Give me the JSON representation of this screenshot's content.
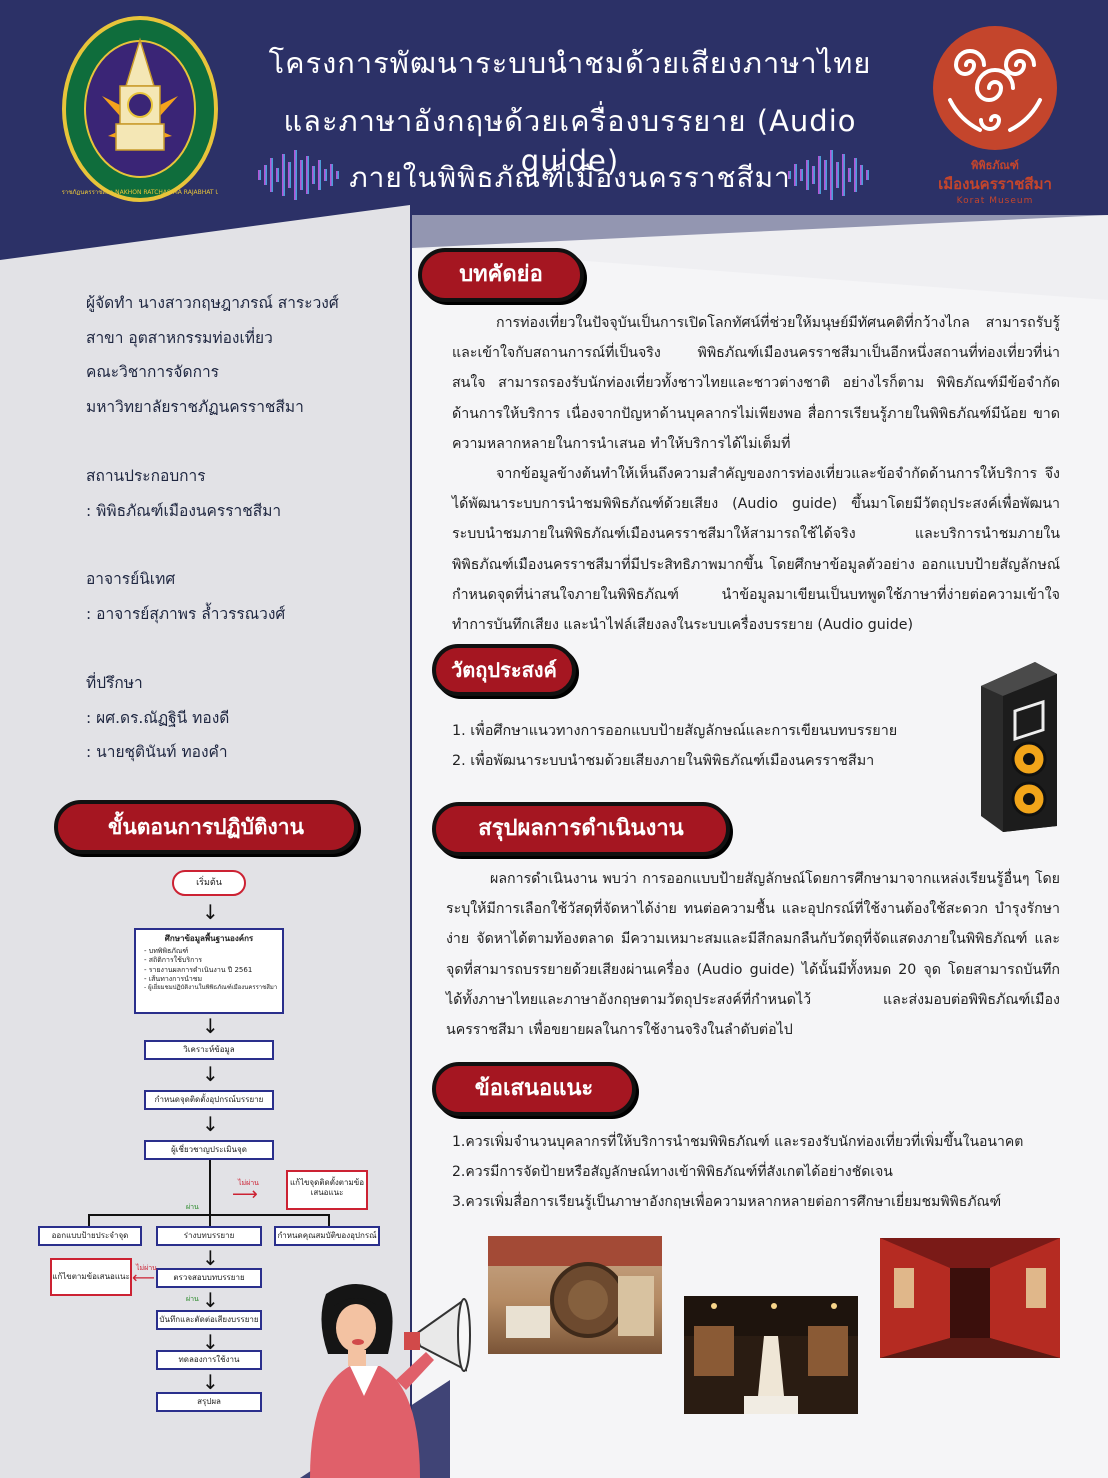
{
  "header": {
    "title_line1": "โครงการพัฒนาระบบนำชมด้วยเสียงภาษาไทย",
    "title_line2": "และภาษาอังกฤษด้วยเครื่องบรรยาย (Audio guide)",
    "title_line3": "ภายในพิพิธภัณฑ์เมืองนครราชสีมา",
    "left_logo_text": "มหาวิทยาลัยราชภัฏนครราชสีมา NAKHON RATCHASIMA RAJABHAT UNIVERSITY",
    "right_logo_line1": "พิพิธภัณฑ์",
    "right_logo_line2": "เมืองนครราชสีมา",
    "right_logo_line3": "Korat Museum"
  },
  "author": {
    "lines": [
      "ผู้จัดทำ  นางสาวกฤษฎาภรณ์   สาระวงศ์",
      "สาขา  อุตสาหกรรมท่องเที่ยว",
      "คณะวิชาการจัดการ",
      "มหาวิทยาลัยราชภัฏนครราชสีมา"
    ]
  },
  "workplace": {
    "label": "สถานประกอบการ",
    "value": ":  พิพิธภัณฑ์เมืองนครราชสีมา"
  },
  "supervisor": {
    "label": "อาจารย์นิเทศ",
    "value": ":  อาจารย์สุภาพร   ล้ำวรรณวงศ์"
  },
  "advisors": {
    "label": "ที่ปรึกษา",
    "values": [
      ":  ผศ.ดร.ณัฏฐินี    ทองดี",
      ":  นายชุตินันท์    ทองคำ"
    ]
  },
  "sections": {
    "abstract": {
      "heading": "บทคัดย่อ",
      "paragraphs": [
        "การท่องเที่ยวในปัจจุบันเป็นการเปิดโลกทัศน์ที่ช่วยให้มนุษย์มีทัศนคติที่กว้างไกล สามารถรับรู้และเข้าใจกับสถานการณ์ที่เป็นจริง พิพิธภัณฑ์เมืองนครราชสีมาเป็นอีกหนึ่งสถานที่ท่องเที่ยวที่น่าสนใจ  สามารถรองรับนักท่องเที่ยวทั้งชาวไทยและชาวต่างชาติ อย่างไรก็ตาม  พิพิธภัณฑ์มีข้อจำกัดด้านการให้บริการ เนื่องจากปัญหาด้านบุคลากรไม่เพียงพอ สื่อการเรียนรู้ภายในพิพิธภัณฑ์มีน้อย ขาดความหลากหลายในการนำเสนอ ทำให้บริการได้ไม่เต็มที่",
        "จากข้อมูลข้างต้นทำให้เห็นถึงความสำคัญของการท่องเที่ยวและข้อจำกัดด้านการให้บริการ จึงได้พัฒนาระบบการนำชมพิพิธภัณฑ์ด้วยเสียง (Audio guide) ขึ้นมาโดยมีวัตถุประสงค์เพื่อพัฒนาระบบนำชมภายในพิพิธภัณฑ์เมืองนครราชสีมาให้สามารถใช้ได้จริง และบริการนำชมภายในพิพิธภัณฑ์เมืองนครราชสีมาที่มีประสิทธิภาพมากขึ้น โดยศึกษาข้อมูลตัวอย่าง ออกแบบป้ายสัญลักษณ์กำหนดจุดที่น่าสนใจภายในพิพิธภัณฑ์ นำข้อมูลมาเขียนเป็นบทพูดใช้ภาษาที่ง่ายต่อความเข้าใจ ทำการบันทึกเสียง และนำไฟล์เสียงลงในระบบเครื่องบรรยาย (Audio guide)"
      ]
    },
    "objectives": {
      "heading": "วัตถุประสงค์",
      "items": [
        "1.  เพื่อศึกษาแนวทางการออกแบบป้ายสัญลักษณ์และการเขียนบทบรรยาย",
        "2.  เพื่อพัฒนาระบบนำชมด้วยเสียงภายในพิพิธภัณฑ์เมืองนครราชสีมา"
      ]
    },
    "results": {
      "heading": "สรุปผลการดำเนินงาน",
      "paragraph": "ผลการดำเนินงาน พบว่า การออกแบบป้ายสัญลักษณ์โดยการศึกษามาจากแหล่งเรียนรู้อื่นๆ โดยระบุให้มีการเลือกใช้วัสดุที่จัดหาได้ง่าย ทนต่อความชื้น และอุปกรณ์ที่ใช้งานต้องใช้สะดวก บำรุงรักษาง่าย จัดหาได้ตามท้องตลาด มีความเหมาะสมและมีสีกลมกลืนกับวัตถุที่จัดแสดงภายในพิพิธภัณฑ์ และจุดที่สามารถบรรยายด้วยเสียงผ่านเครื่อง (Audio guide) ได้นั้นมีทั้งหมด 20 จุด  โดยสามารถบันทึกได้ทั้งภาษาไทยและภาษาอังกฤษตามวัตถุประสงค์ที่กำหนดไว้ และส่งมอบต่อพิพิธภัณฑ์เมืองนครราชสีมา เพื่อขยายผลในการใช้งานจริงในลำดับต่อไป"
    },
    "suggestions": {
      "heading": "ข้อเสนอแนะ",
      "items": [
        "1.ควรเพิ่มจำนวนบุคลากรที่ให้บริการนำชมพิพิธภัณฑ์ และรองรับนักท่องเที่ยวที่เพิ่มขึ้นในอนาคต",
        "2.ควรมีการจัดป้ายหรือสัญลักษณ์ทางเข้าพิพิธภัณฑ์ที่สังเกตได้อย่างชัดเจน",
        "3.ควรเพิ่มสื่อการเรียนรู้เป็นภาษาอังกฤษเพื่อความหลากหลายต่อการศึกษาเยี่ยมชมพิพิธภัณฑ์"
      ]
    },
    "procedure": {
      "heading": "ขั้นตอนการปฏิบัติงาน"
    }
  },
  "flowchart": {
    "start": "เริ่มต้น",
    "study_title": "ศึกษาข้อมูลพื้นฐานองค์กร",
    "study_items": [
      "-  บทพิพิธภัณฑ์",
      "-  สถิติการใช้บริการ",
      "-  รายงานผลการดำเนินงาน ปี 2561",
      "-  เส้นทางการนำชม",
      "-  ผู้เยี่ยมชมปฏิบัติงานในพิพิธภัณฑ์เมืองนครราชสีมา"
    ],
    "analyze": "วิเคราะห์ข้อมูล",
    "define_points": "กำหนดจุดติดตั้งอุปกรณ์บรรยาย",
    "review_points": "ผู้เชี่ยวชาญประเมินจุด",
    "fail_label": "ไม่ผ่าน",
    "pass_label": "ผ่าน",
    "fix_points": "แก้ไขจุดติดตั้งตามข้อเสนอแนะ",
    "design_signs": "ออกแบบป้ายประจำจุด",
    "draft_script": "ร่างบทบรรยาย",
    "define_specs": "กำหนดคุณสมบัติของอุปกรณ์",
    "check_script": "ตรวจสอบบทบรรยาย",
    "fix_suggest": "แก้ไขตามข้อเสนอแนะ",
    "record": "บันทึกและตัดต่อเสียงบรรยาย",
    "test": "ทดลองการใช้งาน",
    "conclude": "สรุปผล"
  },
  "colors": {
    "navy": "#2c3167",
    "heading_red": "#a51621",
    "panel_light": "#f4f4f6",
    "panel_grey": "#e1e1e6"
  }
}
